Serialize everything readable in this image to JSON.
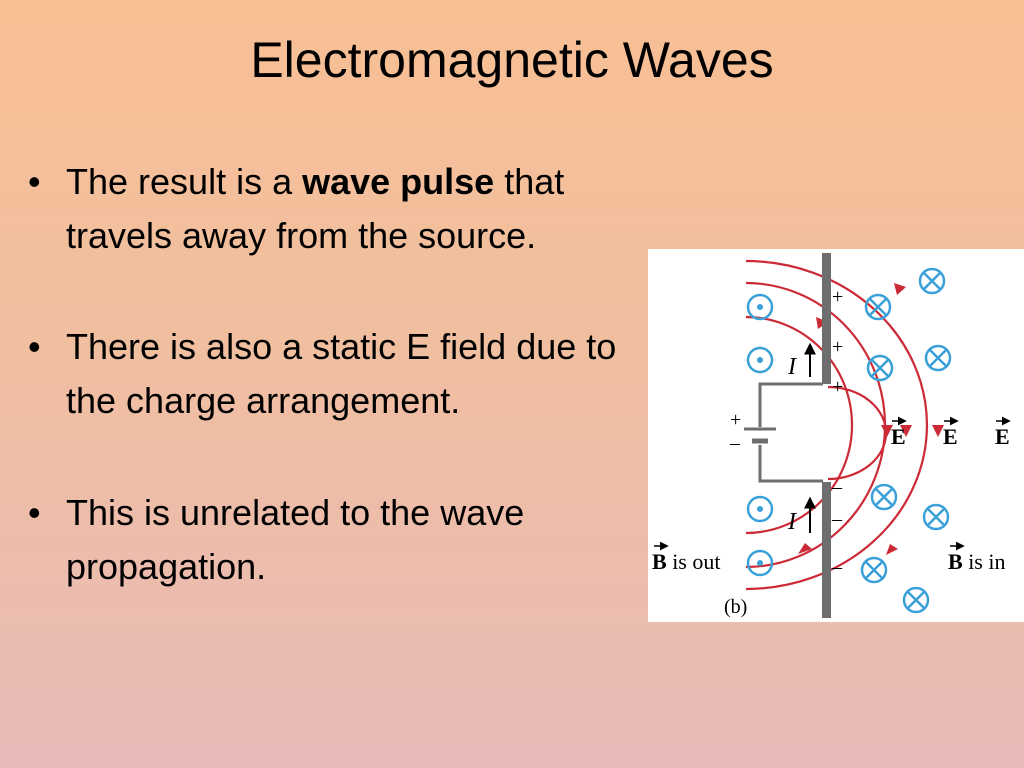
{
  "slide": {
    "title": "Electromagnetic Waves",
    "bullets": [
      {
        "before": "The result is a ",
        "bold": "wave pulse",
        "after": " that travels away from the source."
      },
      {
        "text": "There is also a static E field due to the charge arrangement."
      },
      {
        "text": "This is unrelated to the wave propagation."
      }
    ]
  },
  "figure": {
    "label": "(b)",
    "current_label": "I",
    "field_e": "E",
    "b_out": {
      "symbol": "B",
      "text": " is out"
    },
    "b_in": {
      "symbol": "B",
      "text": " is in"
    },
    "plus": "+",
    "minus": "–",
    "colors": {
      "field_line": "#cc2a36",
      "b_symbol": "#3aa0d8",
      "wire": "#6e6e6e",
      "background": "#f8bf94"
    }
  }
}
